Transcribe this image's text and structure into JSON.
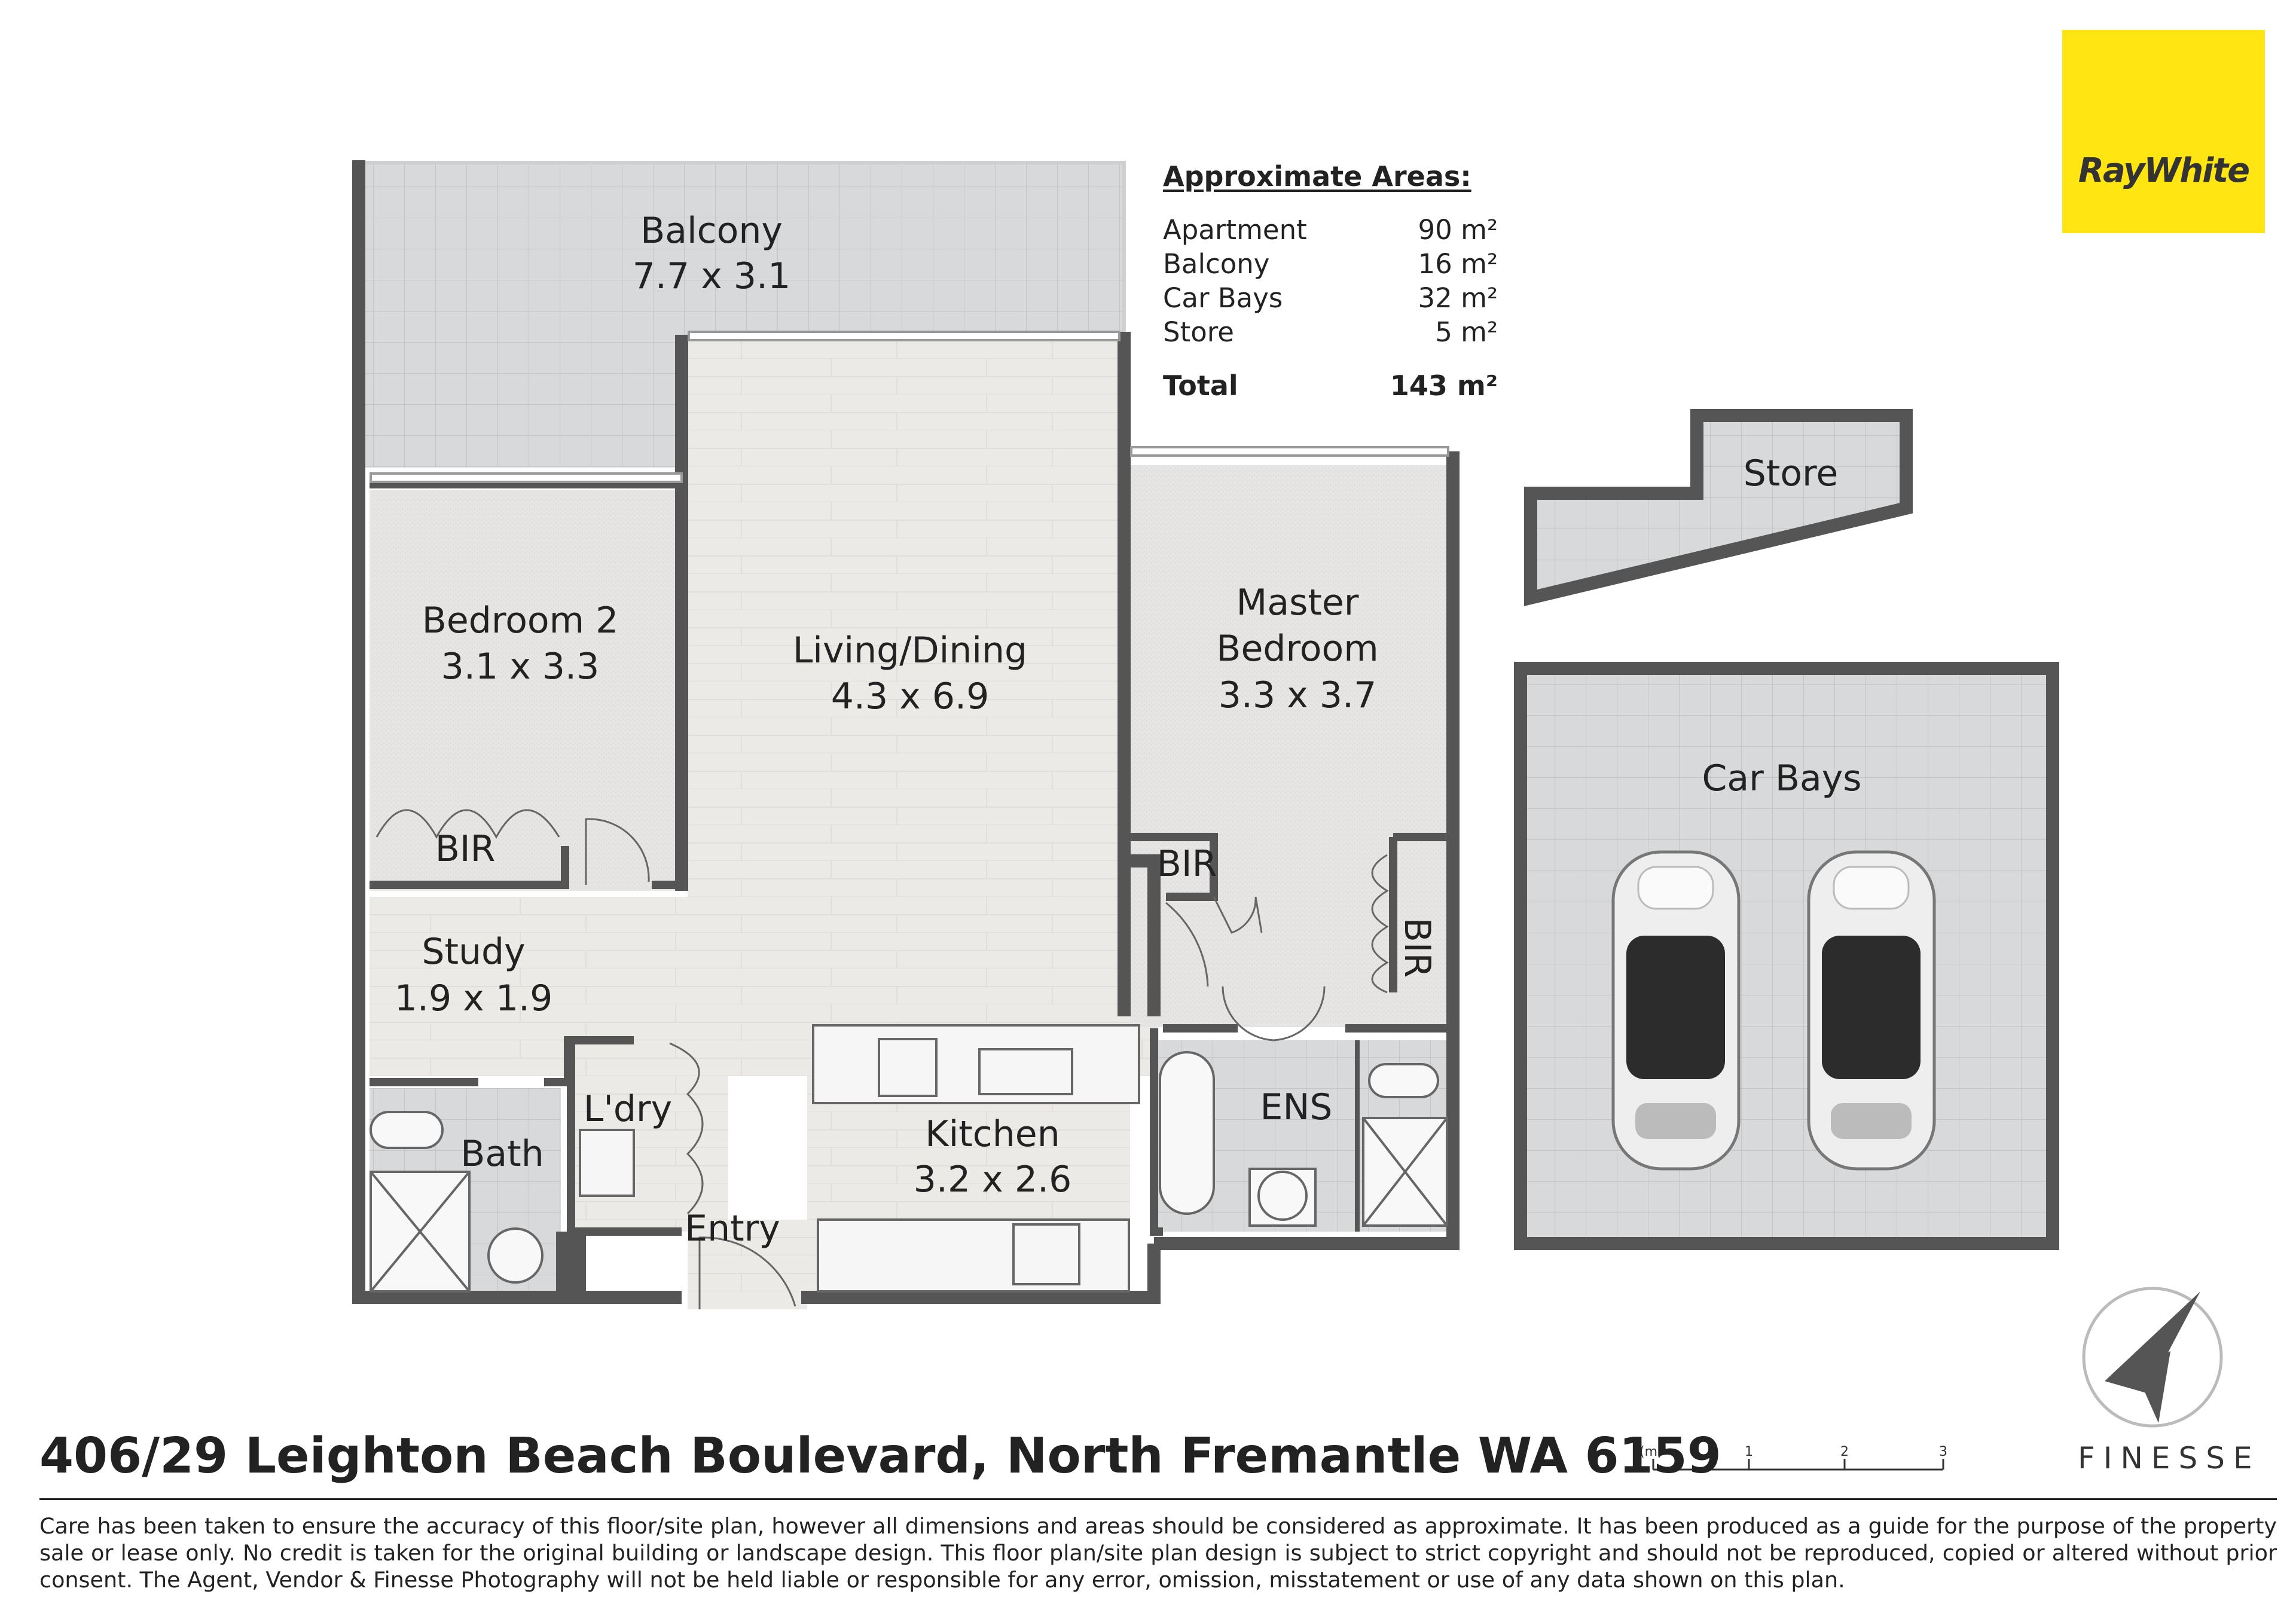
{
  "rooms": {
    "balcony": {
      "name": "Balcony",
      "dims": "7.7 x 3.1"
    },
    "bedroom2": {
      "name": "Bedroom 2",
      "dims": "3.1 x 3.3"
    },
    "living": {
      "name": "Living/Dining",
      "dims": "4.3 x 6.9"
    },
    "master": {
      "name1": "Master",
      "name2": "Bedroom",
      "dims": "3.3 x 3.7"
    },
    "bir_bed2": "BIR",
    "bir_master_left": "BIR",
    "bir_master_right": "BIR",
    "study": {
      "name": "Study",
      "dims": "1.9 x 1.9"
    },
    "laundry": "L'dry",
    "bath": "Bath",
    "entry": "Entry",
    "kitchen": {
      "name": "Kitchen",
      "dims": "3.2 x 2.6"
    },
    "ensuite": "ENS",
    "store": "Store",
    "car_bays": "Car Bays"
  },
  "areas": {
    "heading": "Approximate Areas:",
    "rows": [
      {
        "label": "Apartment",
        "value": "90 m²"
      },
      {
        "label": "Balcony",
        "value": "16 m²"
      },
      {
        "label": "Car Bays",
        "value": "32 m²"
      },
      {
        "label": "Store",
        "value": "5 m²"
      }
    ],
    "total_label": "Total",
    "total_value": "143 m²"
  },
  "brand": {
    "agency": "RayWhite",
    "agency_color": "#ffe512",
    "photographer": "FINESSE"
  },
  "address": "406/29 Leighton Beach Boulevard, North Fremantle WA 6159",
  "scale": {
    "unit": "(m)",
    "ticks": [
      "1",
      "2",
      "3"
    ]
  },
  "disclaimer": "Care has been taken to ensure the accuracy of this floor/site plan, however all dimensions and areas should be considered as approximate. It has been produced as a guide for the purpose of the property sale or lease only. No credit is taken for the original building or landscape design. This floor plan/site plan design is subject to strict copyright and should not be reproduced, copied or altered without prior consent. The Agent, Vendor & Finesse Photography will not be held liable or responsible for any error, omission, misstatement or use of any data shown on this plan.",
  "colors": {
    "wall": "#555555",
    "floor_living": "#ece9e5",
    "floor_bed": "#e6e4e2",
    "floor_tile": "#d9dadb"
  }
}
